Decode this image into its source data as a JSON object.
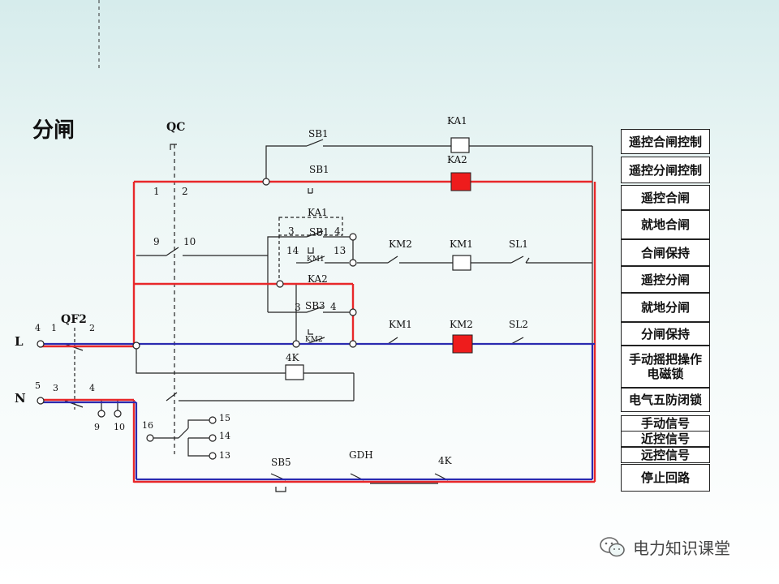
{
  "title": "分闸",
  "labels": {
    "QC": "QC",
    "SB1": "SB1",
    "SB3": "SB3",
    "SB5": "SB5",
    "KA1": "KA1",
    "KA2": "KA2",
    "KM1": "KM1",
    "KM2": "KM2",
    "SL1": "SL1",
    "SL2": "SL2",
    "QF2": "QF2",
    "GDH": "GDH",
    "K4": "4K",
    "L": "L",
    "N": "N",
    "km1_small": "KM1",
    "km2_small": "KM2"
  },
  "terminals": {
    "t1": "1",
    "t2": "2",
    "t9": "9",
    "t10": "10",
    "t3a": "3",
    "t4a": "4",
    "t14a": "14",
    "t13a": "13",
    "t3b": "3",
    "t4b": "4",
    "q4": "4",
    "q1": "1",
    "q2": "2",
    "q5": "5",
    "q3": "3",
    "q4b": "4",
    "b9": "9",
    "b10": "10",
    "s16": "16",
    "s15": "15",
    "s14": "14",
    "s13": "13"
  },
  "legend_items": [
    "遥控合闸控制",
    "遥控分闸控制",
    "遥控合闸",
    "就地合闸",
    "合闸保持",
    "遥控分闸",
    "就地分闸",
    "分闸保持",
    "手动摇把操作电磁锁",
    "电气五防闭锁",
    "手动信号",
    "近控信号",
    "远控信号",
    "停止回路"
  ],
  "watermark": "电力知识课堂",
  "colors": {
    "highlight_red": "#e8282a",
    "highlight_blue": "#2a2ab0",
    "coil_active": "#ee1c1c"
  },
  "icons": [
    "wechat-icon"
  ]
}
